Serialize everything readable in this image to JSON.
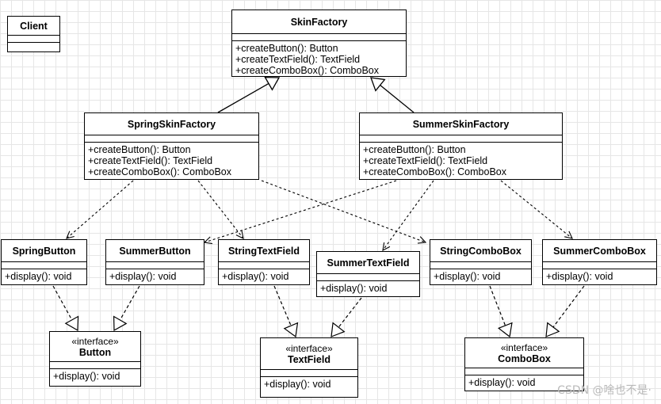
{
  "classes": {
    "client": {
      "name": "Client"
    },
    "skin_factory": {
      "name": "SkinFactory",
      "ops": [
        "+createButton(): Button",
        "+createTextField(): TextField",
        "+createComboBox(): ComboBox"
      ]
    },
    "spring_skin_factory": {
      "name": "SpringSkinFactory",
      "ops": [
        "+createButton(): Button",
        "+createTextField(): TextField",
        "+createComboBox(): ComboBox"
      ]
    },
    "summer_skin_factory": {
      "name": "SummerSkinFactory",
      "ops": [
        "+createButton(): Button",
        "+createTextField(): TextField",
        "+createComboBox(): ComboBox"
      ]
    },
    "spring_button": {
      "name": "SpringButton",
      "ops": [
        "+display(): void"
      ]
    },
    "summer_button": {
      "name": "SummerButton",
      "ops": [
        "+display(): void"
      ]
    },
    "string_text_field": {
      "name": "StringTextField",
      "ops": [
        "+display(): void"
      ]
    },
    "summer_text_field": {
      "name": "SummerTextField",
      "ops": [
        "+display(): void"
      ]
    },
    "string_combo_box": {
      "name": "StringComboBox",
      "ops": [
        "+display(): void"
      ]
    },
    "summer_combo_box": {
      "name": "SummerComboBox",
      "ops": [
        "+display(): void"
      ]
    },
    "button_iface": {
      "stereotype": "«interface»",
      "name": "Button",
      "ops": [
        "+display(): void"
      ]
    },
    "textfield_iface": {
      "stereotype": "«interface»",
      "name": "TextField",
      "ops": [
        "+display(): void"
      ]
    },
    "combobox_iface": {
      "stereotype": "«interface»",
      "name": "ComboBox",
      "ops": [
        "+display(): void"
      ]
    }
  },
  "watermark": "CSDN @啥也不是·"
}
